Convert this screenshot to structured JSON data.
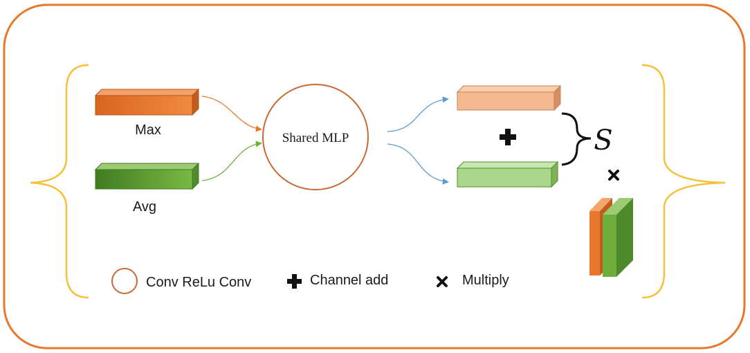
{
  "inputs": {
    "max_label": "Max",
    "avg_label": "Avg"
  },
  "mlp": {
    "label": "Shared MLP"
  },
  "output_symbol": "S",
  "legend": {
    "circle_label": "Conv ReLu Conv",
    "add_label": "Channel add",
    "multiply_label": "Multiply"
  },
  "colors": {
    "frame": "#e9772b",
    "brace": "#f6c03a",
    "orange": "#e9772b",
    "green": "#6fae3b",
    "light_orange": "#f5b890",
    "light_green": "#a9d68b",
    "arrow_blue": "#5b9bd5"
  }
}
